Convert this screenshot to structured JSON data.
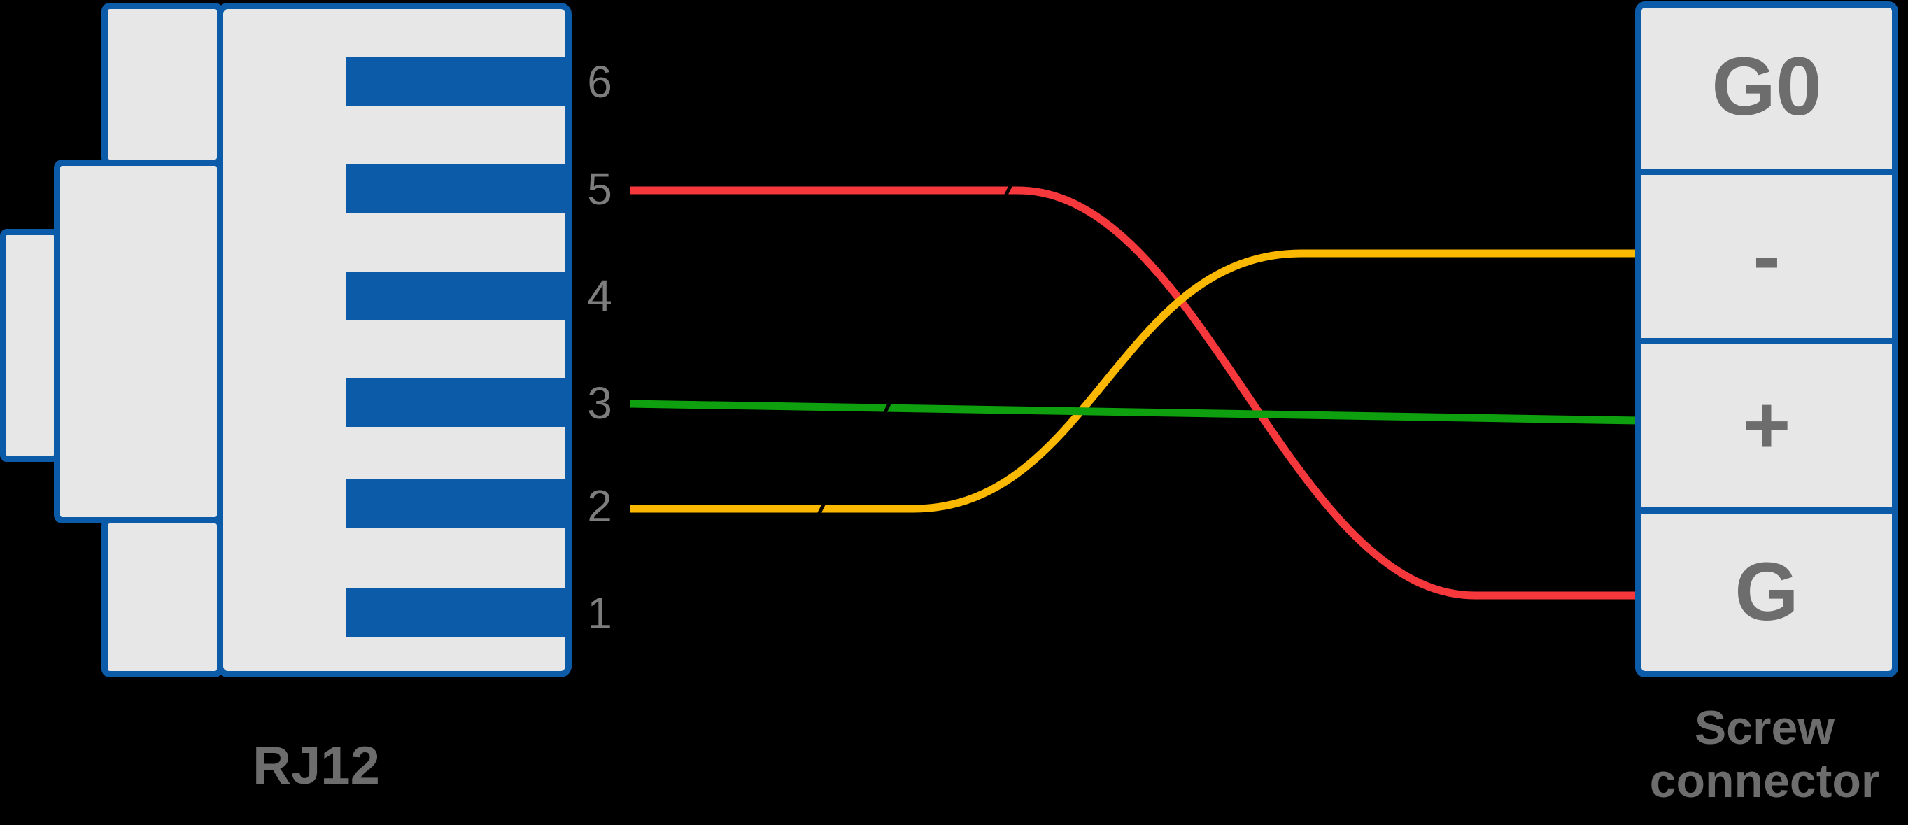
{
  "diagram": {
    "title_left": "RJ12",
    "title_right_line1": "Screw",
    "title_right_line2": "connector",
    "colors": {
      "background": "#000000",
      "connector_outline_blue": "#0b5ba8",
      "connector_fill_gray": "#e7e7e7",
      "caption_gray": "#6d6d6d",
      "pin_number_gray": "#7d7d7d",
      "wire_red": "#f6383c",
      "wire_green": "#0fa00f",
      "wire_yellow": "#fbb800"
    },
    "rj12": {
      "pins": [
        "6",
        "5",
        "4",
        "3",
        "2",
        "1"
      ]
    },
    "screw": {
      "terminals": [
        "G0",
        "-",
        "+",
        "G"
      ]
    },
    "wires": [
      {
        "name": "red-wire",
        "from_pin": "5",
        "to_terminal": "G",
        "color": "#f6383c"
      },
      {
        "name": "green-wire",
        "from_pin": "3",
        "to_terminal": "+",
        "color": "#0fa00f"
      },
      {
        "name": "yellow-wire",
        "from_pin": "2",
        "to_terminal": "-",
        "color": "#fbb800"
      }
    ]
  }
}
